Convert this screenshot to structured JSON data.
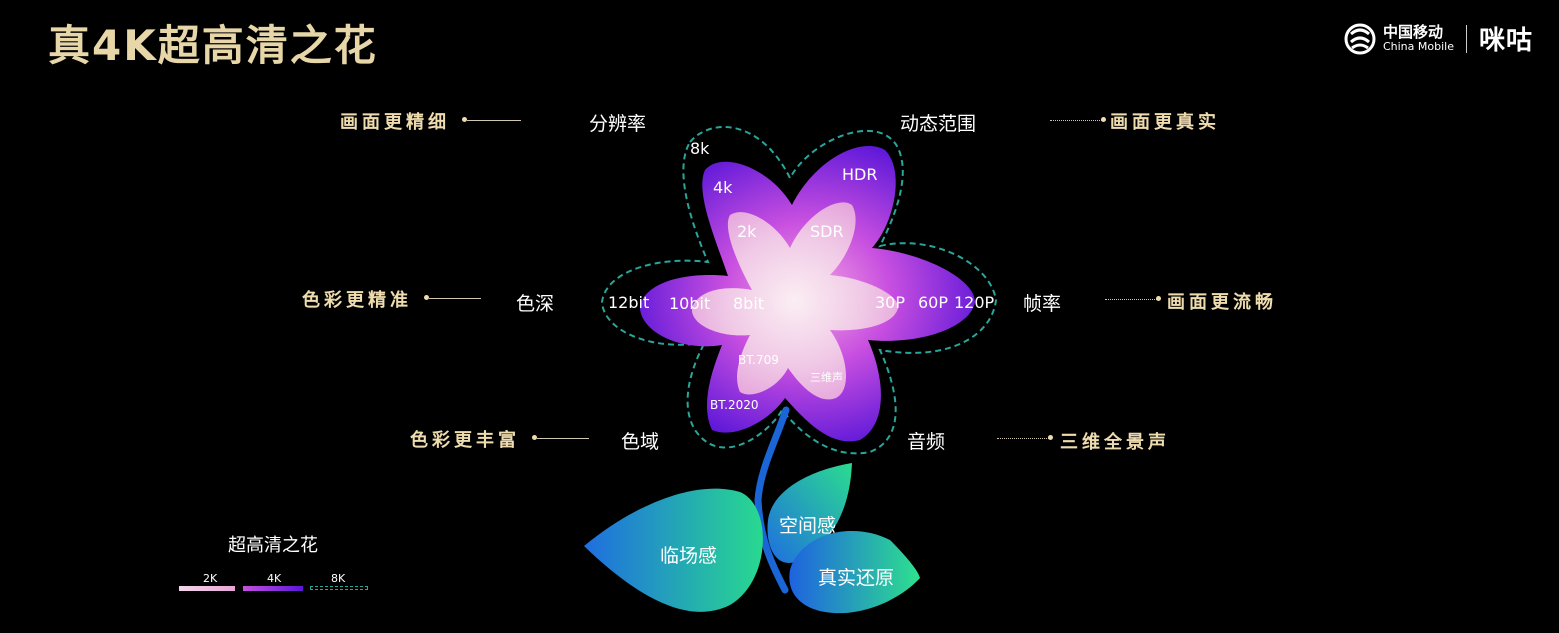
{
  "header": {
    "title": "真4K超高清之花"
  },
  "logo": {
    "chinamobile_zh": "中国移动",
    "chinamobile_en": "China Mobile",
    "migu": "咪咕"
  },
  "benefits": {
    "top_left": "画面更精细",
    "top_right": "画面更真实",
    "mid_left": "色彩更精准",
    "mid_right": "画面更流畅",
    "bottom_left": "色彩更丰富",
    "bottom_right": "三维全景声"
  },
  "dimensions": {
    "resolution": "分辨率",
    "dynamic_range": "动态范围",
    "color_depth": "色深",
    "frame_rate": "帧率",
    "color_gamut": "色域",
    "audio": "音频"
  },
  "flower_values": {
    "res_8k": "8k",
    "res_4k": "4k",
    "res_2k": "2k",
    "hdr": "HDR",
    "sdr": "SDR",
    "bit12": "12bit",
    "bit10": "10bit",
    "bit8": "8bit",
    "fps30": "30P",
    "fps60": "60P",
    "fps120": "120P",
    "bt709": "BT.709",
    "bt2020": "BT.2020",
    "audio3d": "三维声"
  },
  "leaves": {
    "immersion": "临场感",
    "spatial": "空间感",
    "realism": "真实还原"
  },
  "legend": {
    "title": "超高清之花",
    "items": [
      {
        "label": "2K",
        "color": "#f0b9d8"
      },
      {
        "label": "4K",
        "color": "#8a2be2"
      },
      {
        "label": "8K",
        "color": "#2fb6a0"
      }
    ]
  },
  "colors": {
    "gold": "#eedcae",
    "inner_petal": "#f4d6ea",
    "mid_petal": "#a43dd8",
    "outer_dash": "#2aa59a"
  }
}
